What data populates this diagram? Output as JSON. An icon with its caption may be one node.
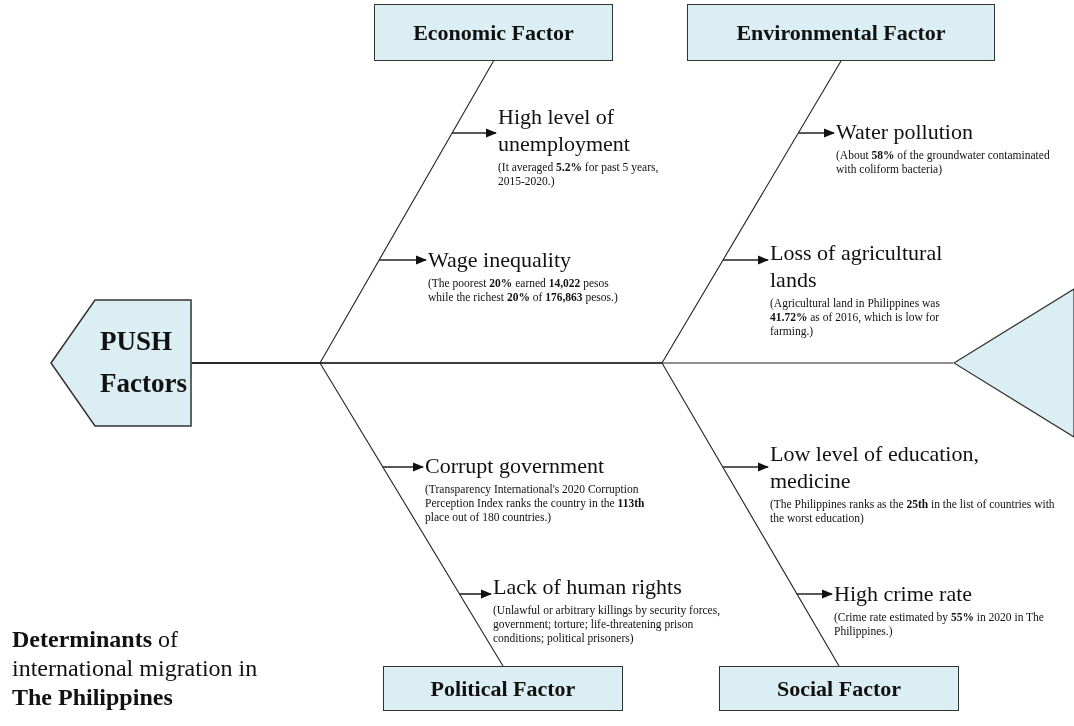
{
  "diagram": {
    "title": "**Determinants** of international migration in **The Philippines**",
    "nodes": [
      {
        "text": [
          "Economic Factor"
        ]
      },
      {
        "text": [
          "Environmental Factor"
        ]
      },
      {
        "text": [
          "PUSH Factors"
        ]
      },
      {
        "text": [],
        "shape": "triangle"
      },
      {
        "text": [
          "High level of unemployment",
          "(It averaged **5.2%** for past 5 years, 2015-2020.)"
        ]
      },
      {
        "text": [
          "Wage inequality",
          "(The poorest **20%** earned **14,022** pesos while the richest **20%** of **176,863** pesos.)"
        ]
      },
      {
        "text": [
          "Water pollution",
          "(About **58%** of the groundwater contaminated with coliform bacteria)"
        ]
      },
      {
        "text": [
          "Loss of agricultural lands",
          "(Agricultural land in Philippines was **41.72%** as of 2016, which is low for farming.)"
        ]
      },
      {
        "text": [
          "Corrupt government",
          "(Transparency International's 2020 Corruption Perception Index ranks the country in the **113th** place out of 180 countries.)"
        ]
      },
      {
        "text": [
          "Lack of human rights",
          "(Unlawful or arbitrary killings by security forces, government; torture; life-threatening prison conditions; political prisoners)"
        ]
      },
      {
        "text": [
          "Low level of education, medicine",
          "(The Philippines ranks as the **25th** in the list of countries with the worst education)"
        ]
      },
      {
        "text": [
          "High crime rate",
          "(Crime rate estimated by **55%** in 2020 in The Philippines.)"
        ]
      },
      {
        "text": [
          "Political Factor"
        ]
      },
      {
        "text": [
          "Social Factor"
        ]
      }
    ],
    "edges": [
      {
        "from": 3,
        "to": 2,
        "arrow": "none"
      },
      {
        "from": 0,
        "to": 2,
        "arrow": "none"
      },
      {
        "from": 1,
        "to": 2,
        "arrow": "none"
      },
      {
        "from": 12,
        "to": 2,
        "arrow": "none"
      },
      {
        "from": 13,
        "to": 2,
        "arrow": "none"
      },
      {
        "from": null,
        "to": 4,
        "arrow": "to"
      },
      {
        "from": null,
        "to": 5,
        "arrow": "to"
      },
      {
        "from": null,
        "to": 6,
        "arrow": "to"
      },
      {
        "from": null,
        "to": 7,
        "arrow": "to"
      },
      {
        "from": null,
        "to": 8,
        "arrow": "to"
      },
      {
        "from": null,
        "to": 9,
        "arrow": "to"
      },
      {
        "from": null,
        "to": 10,
        "arrow": "to"
      },
      {
        "from": null,
        "to": 11,
        "arrow": "to"
      }
    ]
  }
}
